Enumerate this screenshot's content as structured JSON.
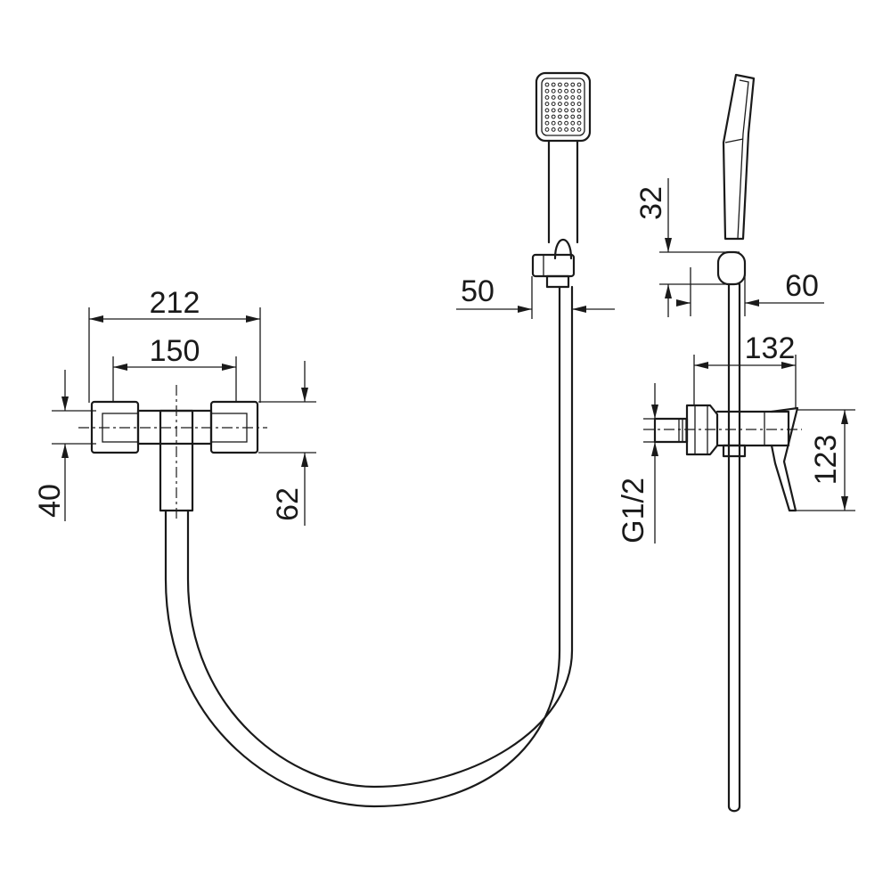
{
  "dimensions": {
    "width_overall": "212",
    "width_centers": "150",
    "height_body": "40",
    "height_outlet": "62",
    "handshower_width": "50",
    "holder_height": "32",
    "holder_depth": "60",
    "projection": "132",
    "mixer_height": "123",
    "inlet_thread": "G1/2"
  }
}
